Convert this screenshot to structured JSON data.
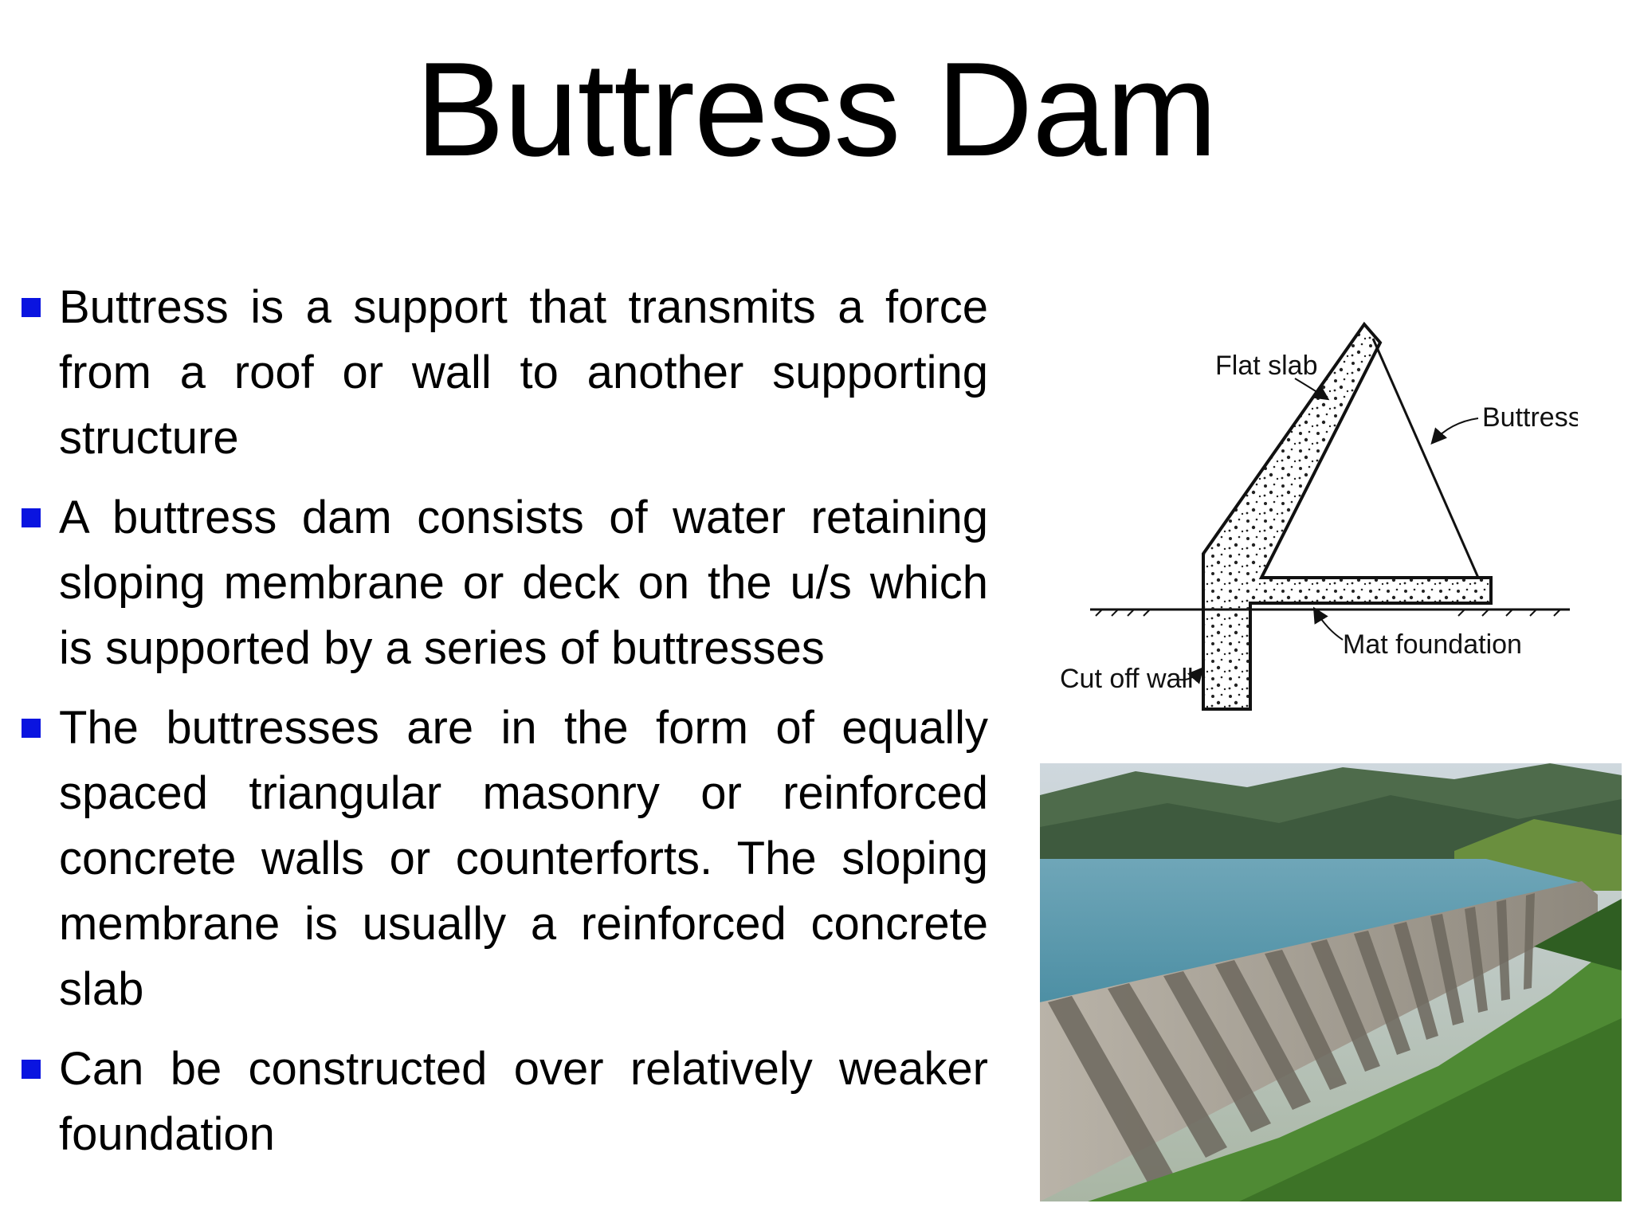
{
  "slide": {
    "title": "Buttress Dam",
    "bullets": [
      "Buttress is a support that transmits a force from a roof or wall to another supporting structure",
      "A buttress dam consists of water retaining sloping membrane or deck on the u/s which is supported by a series of buttresses",
      "The buttresses are in the form of equally spaced triangular masonry or reinforced concrete walls or counterforts. The sloping membrane is usually a reinforced concrete slab",
      "Can be constructed over relatively weaker foundation"
    ],
    "colors": {
      "bullet": "#0a14e0",
      "text": "#000000",
      "background": "#ffffff"
    }
  },
  "diagram": {
    "labels": {
      "flat_slab": "Flat slab",
      "buttress": "Buttress",
      "mat_foundation": "Mat foundation",
      "cut_off_wall": "Cut off wall"
    }
  },
  "photo": {
    "icon": "buttress-dam-photo"
  }
}
